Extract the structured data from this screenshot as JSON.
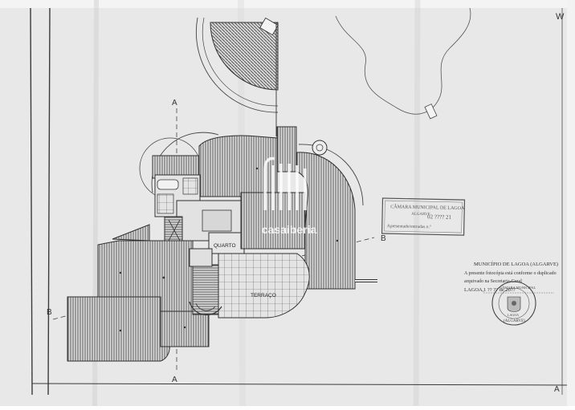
{
  "sheet": {
    "corner_mark": "W",
    "section_letters": {
      "a_top": "A",
      "a_bottom": "A",
      "a_right": "A",
      "b_left": "B",
      "b_right": "B"
    }
  },
  "plan": {
    "room_quarto": "QUARTO",
    "room_terraco": "TERRAÇO"
  },
  "watermark": {
    "text": "casaiberia",
    "color": "#ffffff"
  },
  "stamp_rect": {
    "line1": "CÂMARA MUNICIPAL DE LAGOA",
    "line2": "ALGARVE",
    "number": "02 ???? 21",
    "line3": "Apresentado/entradas n.º"
  },
  "certification": {
    "line1": "MUNICÍPIO DE LAGOA (ALGARVE)",
    "line2": "A presente fotocópia está conforme o duplicado",
    "line3": "arquivado na Secretaria-Geral",
    "line4_prefix": "LAGOA,",
    "line4_date": "1 ?? ?? de 20??",
    "seal_text_top": "CÂMARA MUNICIPAL",
    "seal_text_bottom": "(ALGARVE)",
    "seal_small": "LAGOA"
  },
  "colors": {
    "paper": "#e9e9e9",
    "ink": "#3a3a3a",
    "stamp_ink": "#555555"
  }
}
